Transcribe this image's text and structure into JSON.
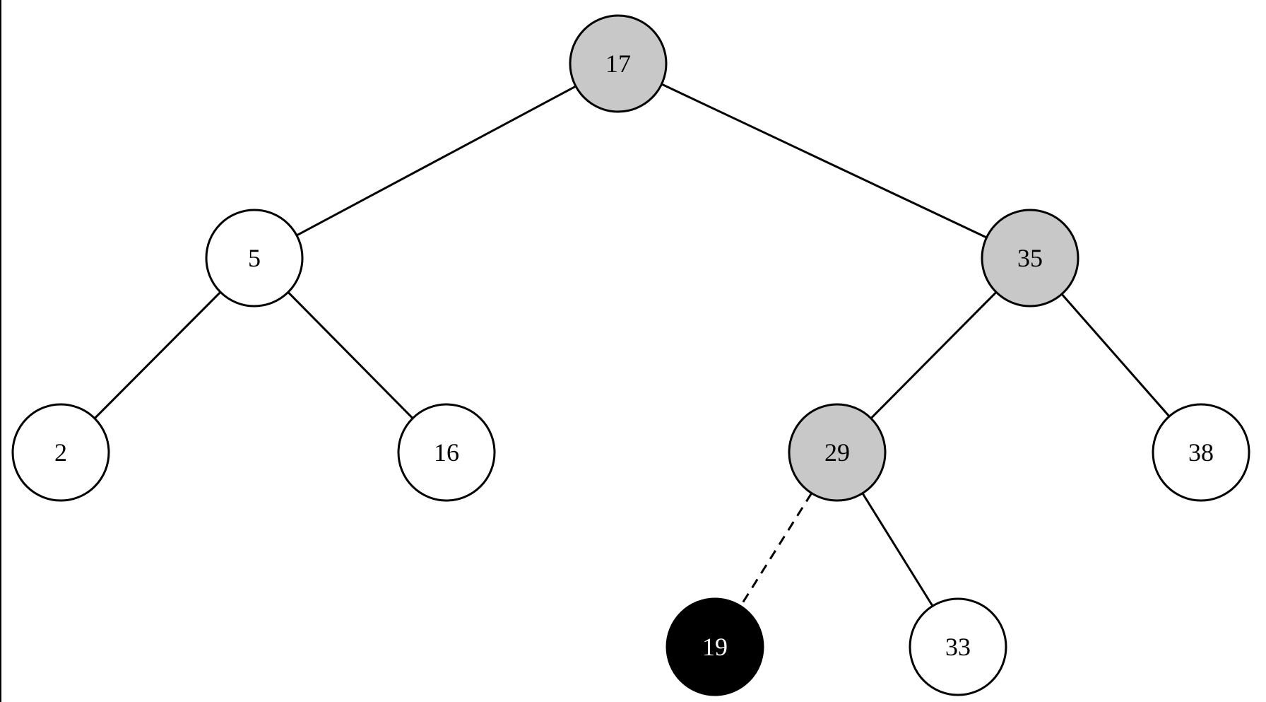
{
  "colors": {
    "highlighted_fill": "#c8c8c8",
    "inserted_fill": "#000000",
    "normal_fill": "#ffffff",
    "stroke": "#000000",
    "inserted_text": "#ffffff",
    "normal_text": "#000000"
  },
  "nodes": [
    {
      "id": "17",
      "label": "17",
      "style": "highlighted"
    },
    {
      "id": "5",
      "label": "5",
      "style": "normal"
    },
    {
      "id": "35",
      "label": "35",
      "style": "highlighted"
    },
    {
      "id": "2",
      "label": "2",
      "style": "normal"
    },
    {
      "id": "16",
      "label": "16",
      "style": "normal"
    },
    {
      "id": "29",
      "label": "29",
      "style": "highlighted"
    },
    {
      "id": "38",
      "label": "38",
      "style": "normal"
    },
    {
      "id": "19",
      "label": "19",
      "style": "inserted"
    },
    {
      "id": "33",
      "label": "33",
      "style": "normal"
    }
  ],
  "edges": [
    {
      "from": "17",
      "to": "5",
      "style": "solid"
    },
    {
      "from": "17",
      "to": "35",
      "style": "solid"
    },
    {
      "from": "5",
      "to": "2",
      "style": "solid"
    },
    {
      "from": "5",
      "to": "16",
      "style": "solid"
    },
    {
      "from": "35",
      "to": "29",
      "style": "solid"
    },
    {
      "from": "35",
      "to": "38",
      "style": "solid"
    },
    {
      "from": "29",
      "to": "19",
      "style": "dashed"
    },
    {
      "from": "29",
      "to": "33",
      "style": "solid"
    }
  ]
}
